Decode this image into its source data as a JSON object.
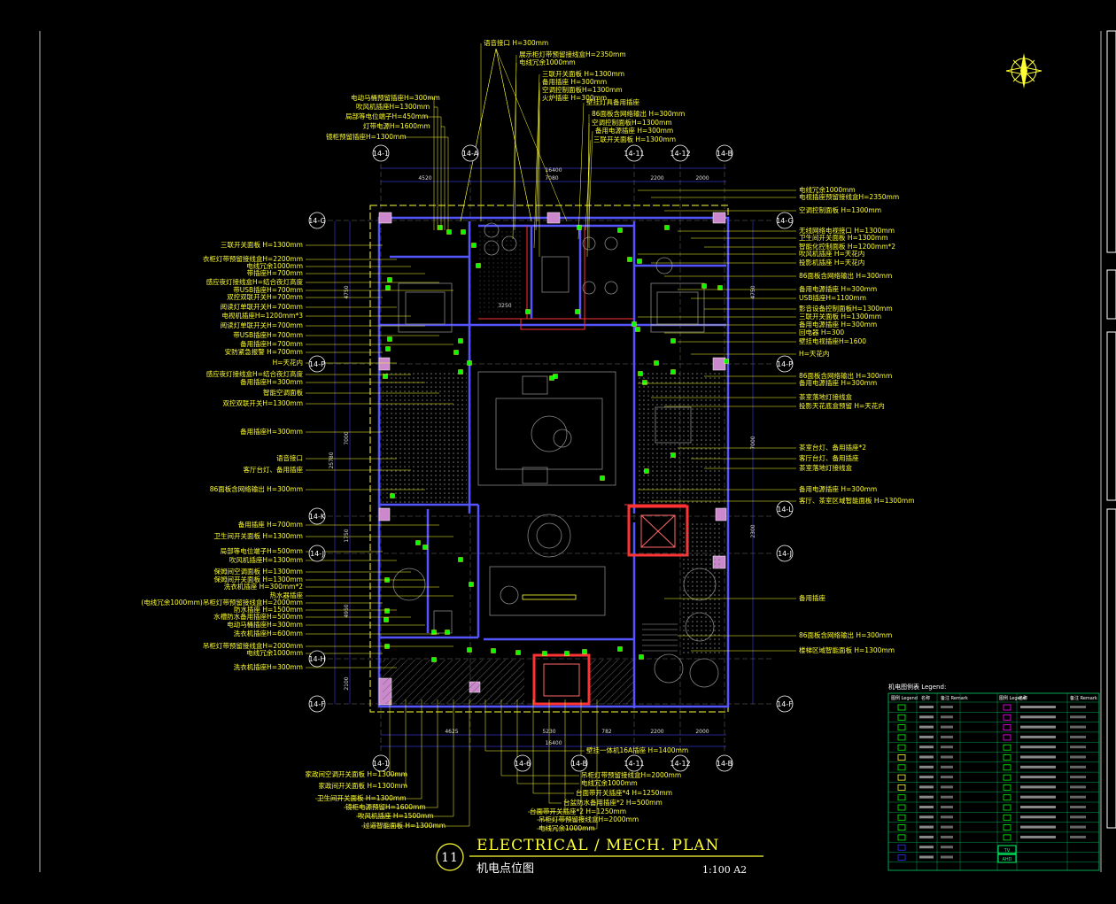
{
  "title": {
    "number": "11",
    "en": "ELECTRICAL / MECH. PLAN",
    "cn": "机电点位图",
    "scale": "1:100 A2"
  },
  "grid": {
    "top": [
      "14-1",
      "14-A",
      "14-11",
      "14-12",
      "14-B"
    ],
    "bottom": [
      "14-1",
      "14-6",
      "14-B",
      "14-11",
      "14-12",
      "14-B"
    ],
    "left": [
      "14-G",
      "14-P",
      "14-K",
      "14-J",
      "14-H",
      "14-F"
    ],
    "right": [
      "14-G",
      "14-P",
      "14-L",
      "14-J",
      "14-F"
    ]
  },
  "dimensions": {
    "top_total": "16400",
    "top_segments": [
      "4520",
      "7080",
      "2200",
      "2000"
    ],
    "top_sub": [
      "3250"
    ],
    "bottom_total": "16400",
    "bottom_segments": [
      "4625",
      "5230",
      "782",
      "2200",
      "2000"
    ],
    "left_total": "25780",
    "left_segments": [
      "4750",
      "7000",
      "1750",
      "4950",
      "2100"
    ],
    "right_segments": [
      "4750",
      "2300",
      "7000"
    ]
  },
  "top_callouts": [
    "语音接口 H=300mm",
    "展示柜灯带预留接线盒H=2350mm",
    "电线冗余1000mm",
    "三联开关面板 H=1300mm",
    "备用插座 H=300mm",
    "空调控制面板H=1300mm",
    "火炉插座 H=300mm",
    "壁挂灯具备用插座",
    "86面板含网络输出 H=300mm",
    "空调控制面板H=1300mm",
    "备用电源插座 H=300mm",
    "三联开关面板 H=1300mm"
  ],
  "top_left_callouts": [
    "电动马桶预留插座H=300mm",
    "吹风机插座H=1300mm",
    "局部等电位端子H=450mm",
    "灯带电源H=1600mm",
    "镜柜预留插座H=1300mm"
  ],
  "left_callouts": [
    "三联开关面板 H=1300mm",
    "衣柜灯带预留接线盒H=2200mm",
    "电线冗余1000mm",
    "带插座H=700mm",
    "感应夜灯接线盒H=结合夜灯高度",
    "带USB插座H=700mm",
    "双控双联开关H=700mm",
    "阅读灯单联开关H=700mm",
    "电视机插座H=1200mm*3",
    "阅读灯单联开关H=700mm",
    "带USB插座H=700mm",
    "备用插座H=700mm",
    "安防紧急报警 H=700mm",
    "H=天花内",
    "感应夜灯接线盒H=结合夜灯高度",
    "备用插座H=300mm",
    "智能空调面板",
    "双控双联开关H=1300mm",
    "备用插座H=300mm",
    "语音接口",
    "客厅台灯、备用插座",
    "86面板含网络输出 H=300mm",
    "备用插座 H=700mm",
    "卫生间开关面板 H=1300mm",
    "局部等电位端子H=500mm",
    "吹风机插座H=1300mm",
    "保姆间空调面板 H=1300mm",
    "保姆间开关面板 H=1300mm",
    "洗衣机插座 H=300mm*2",
    "热水器插座",
    "(电线冗余1000mm)吊柜灯带预留接线盒H=2000mm",
    "防水插座 H=1500mm",
    "水槽防水备用插座H=500mm",
    "电动马桶插座H=300mm",
    "洗衣机插座H=600mm",
    "吊柜灯带预留接线盒H=2000mm",
    "电线冗余1000mm",
    "洗衣机插座H=300mm"
  ],
  "right_callouts": [
    "电线冗余1000mm",
    "电视插座预留接线盒H=2350mm",
    "空调控制面板 H=1300mm",
    "无线网络电视接口 H=1300mm",
    "卫生间开关面板 H=1300mm",
    "智能化控制面板 H=1200mm*2",
    "吹风机插座 H=天花内",
    "投影机插座 H=天花内",
    "86面板含网络输出 H=300mm",
    "备用电源插座 H=300mm",
    "USB插座H=1100mm",
    "影音设备控制面板H=1300mm",
    "三联开关面板 H=1300mm",
    "备用电源插座 H=300mm",
    "回电器 H=300",
    "壁挂电视插座H=1600",
    "H=天花内",
    "86面板含网络输出 H=300mm",
    "备用电源插座 H=300mm",
    "茶室落地灯接线盒",
    "投影天花底盒预留 H=天花内",
    "茶室台灯、备用插座*2",
    "客厅台灯、备用插座",
    "茶室落地灯接线盒",
    "备用电源插座 H=300mm",
    "客厅、茶室区域智能面板 H=1300mm",
    "备用插座",
    "86面板含网络输出 H=300mm",
    "楼梯区域智能面板 H=1300mm"
  ],
  "bottom_callouts": [
    "家政间空调开关面板 H=1300mm",
    "家政间开关面板 H=1300mm",
    "卫生间开关面板 H=1300mm",
    "镜柜电源预留H=1600mm",
    "吹风机插座 H=1500mm",
    "过道智能面板 H=1300mm",
    "壁挂一体机16A插座 H=1400mm",
    "吊柜灯带预留接线盒H=2000mm",
    "电线冗余1000mm",
    "台面带开关插座*4 H=1250mm",
    "台盆防水备用插座*2 H=500mm",
    "台面带开关插座*2 H=1250mm",
    "吊柜灯带预留接线盒H=2000mm",
    "电线冗余1000mm"
  ],
  "legend": {
    "title": "机电图例表 Legend:",
    "headers": [
      "图例 Legend",
      "名称",
      "备注 Remark",
      "图例 Legend",
      "名称",
      "备注 Remark"
    ],
    "badges": [
      "TV",
      "AHD"
    ]
  },
  "colors": {
    "background": "#000000",
    "wall": "#5555ff",
    "text": "#ffff33",
    "column": "#cc99cc",
    "dim_line": "#3333cc",
    "green_point": "#00ff00",
    "red_line": "#ff3333"
  }
}
